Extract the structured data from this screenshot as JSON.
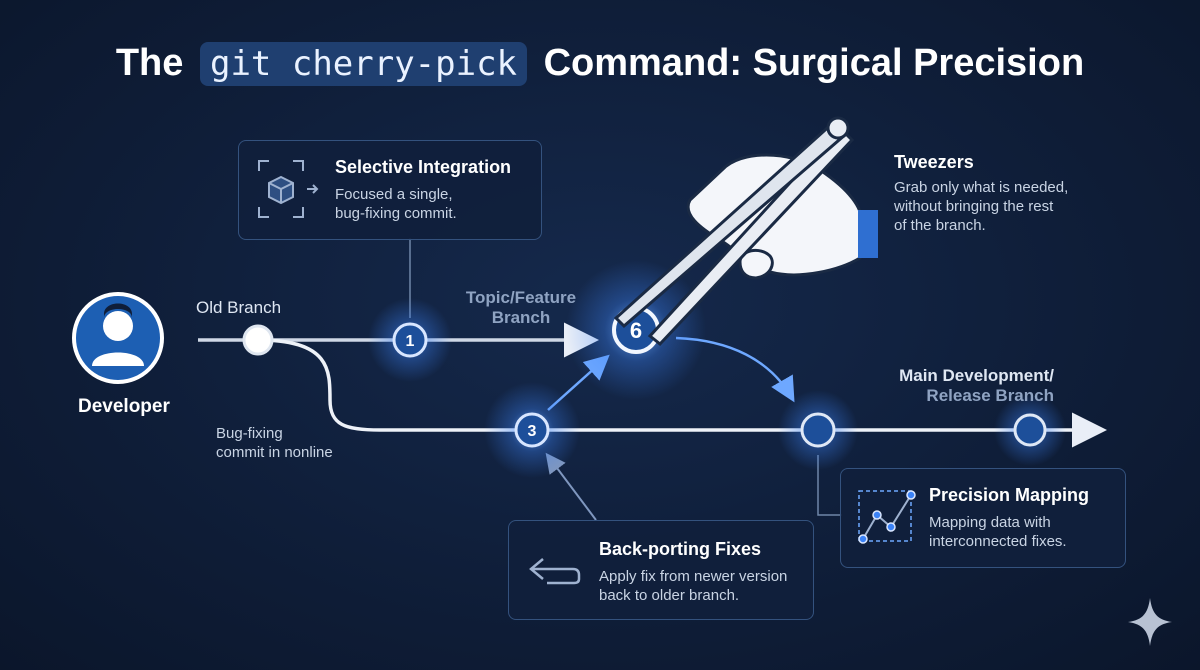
{
  "title": {
    "prefix": "The",
    "code": "git cherry-pick",
    "suffix": "Command: Surgical Precision"
  },
  "developer": {
    "label": "Developer",
    "icon": "person-icon"
  },
  "branches": {
    "old": "Old Branch",
    "topic_line1": "Topic/Feature",
    "topic_line2": "Branch",
    "main_line1": "Main Development/",
    "main_line2": "Release Branch",
    "bugfix_line1": "Bug-fixing",
    "bugfix_line2": "commit in nonline"
  },
  "commits": {
    "first": "1",
    "third": "3",
    "sixth": "6"
  },
  "cards": {
    "selective": {
      "title": "Selective Integration",
      "line1": "Focused a single,",
      "line2": "bug-fixing commit.",
      "icon": "cube-selection-icon"
    },
    "tweezers": {
      "title": "Tweezers",
      "line1": "Grab only what is needed,",
      "line2": "without bringing the rest",
      "line3": "of the branch.",
      "icon": "tweezers-hand-icon"
    },
    "precision": {
      "title": "Precision Mapping",
      "line1": "Mapping data with",
      "line2": "interconnected fixes.",
      "icon": "chart-mapping-icon"
    },
    "backport": {
      "title": "Back-porting Fixes",
      "line1": "Apply fix from newer version",
      "line2": "back to older branch.",
      "icon": "return-arrow-icon"
    }
  },
  "colors": {
    "background": "#0f1e39",
    "accent": "#3b82f6",
    "glow": "#6ea8ff",
    "node_fill": "#1d4f9a",
    "line": "#e9eef7"
  },
  "watermark_icon": "sparkle-icon"
}
